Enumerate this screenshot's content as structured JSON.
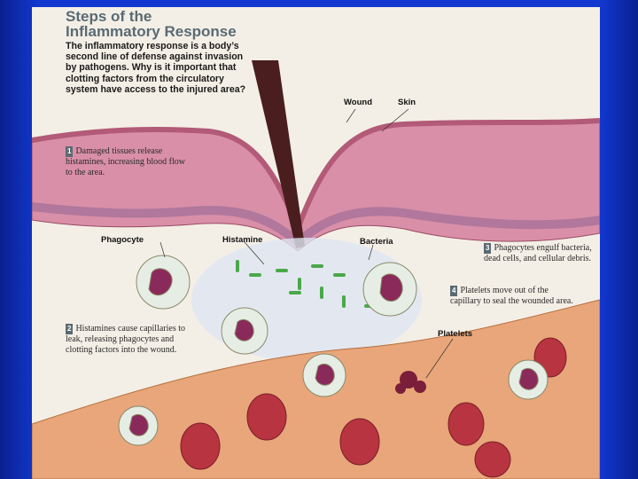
{
  "title": {
    "line1": "Steps of the",
    "line2": "Inflammatory Response"
  },
  "intro": "The inflammatory response is a body’s second line of defense against invasion by pathogens. Why is it important that clotting factors from the circulatory system have access to the injured area?",
  "labels": {
    "wound": "Wound",
    "skin": "Skin",
    "phagocyte": "Phagocyte",
    "histamine": "Histamine",
    "bacteria": "Bacteria",
    "platelets": "Platelets"
  },
  "steps": [
    {
      "number": "1",
      "text": "Damaged tissues release histamines, increasing blood flow to the area."
    },
    {
      "number": "2",
      "text": "Histamines cause capillaries to leak, releasing phagocytes and clotting factors into the wound."
    },
    {
      "number": "3",
      "text": "Phagocytes engulf bacteria, dead cells, and cellular debris."
    },
    {
      "number": "4",
      "text": "Platelets move out of the capillary to seal the wounded area."
    }
  ],
  "colors": {
    "background": "#1238d0",
    "page": "#f4efe6",
    "skin": "#d98fa8",
    "cell": "#e8a67a",
    "red_cell": "#b83440",
    "bacteria": "#4aa84a",
    "phagocyte_nucleus": "#8a2a5a"
  }
}
